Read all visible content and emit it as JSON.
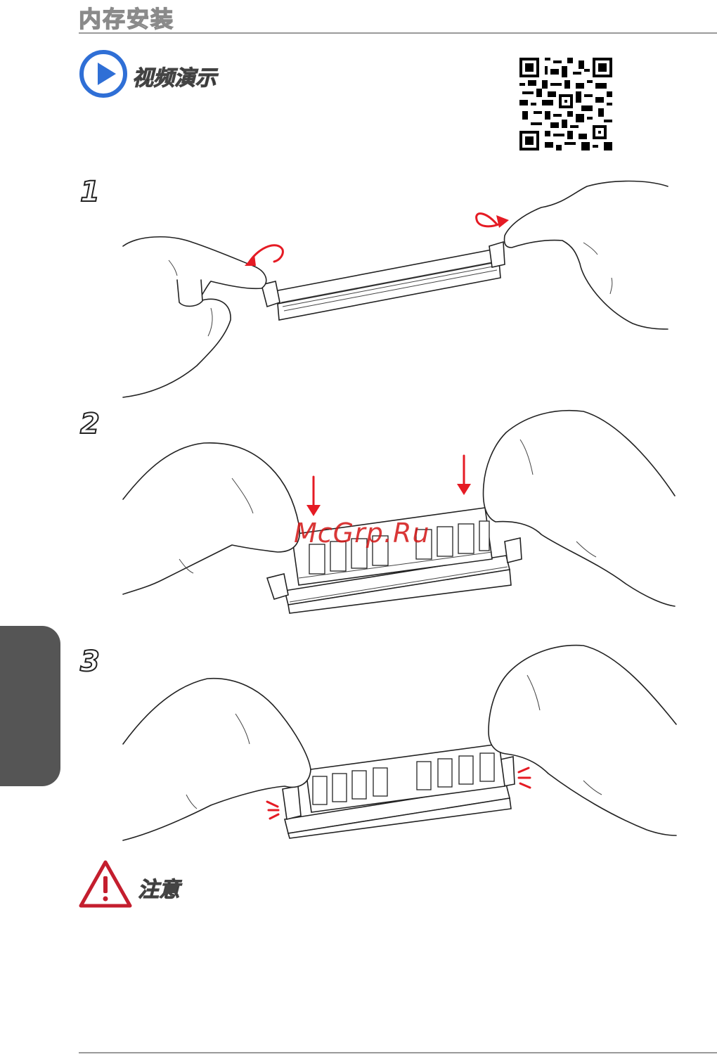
{
  "header": {
    "title": "内存安装"
  },
  "video": {
    "label": "视频演示",
    "icon": "play-icon"
  },
  "qr": {
    "icon": "qr-code-icon"
  },
  "steps": [
    {
      "number": "1"
    },
    {
      "number": "2"
    },
    {
      "number": "3"
    }
  ],
  "watermark": {
    "text": "McGrp.Ru"
  },
  "caution": {
    "label": "注意",
    "icon": "warning-icon"
  },
  "colors": {
    "accent_blue": "#2f6fd6",
    "alert_red": "#e51b24",
    "rule_gray": "#9a9a9a",
    "tab_gray": "#555555"
  }
}
